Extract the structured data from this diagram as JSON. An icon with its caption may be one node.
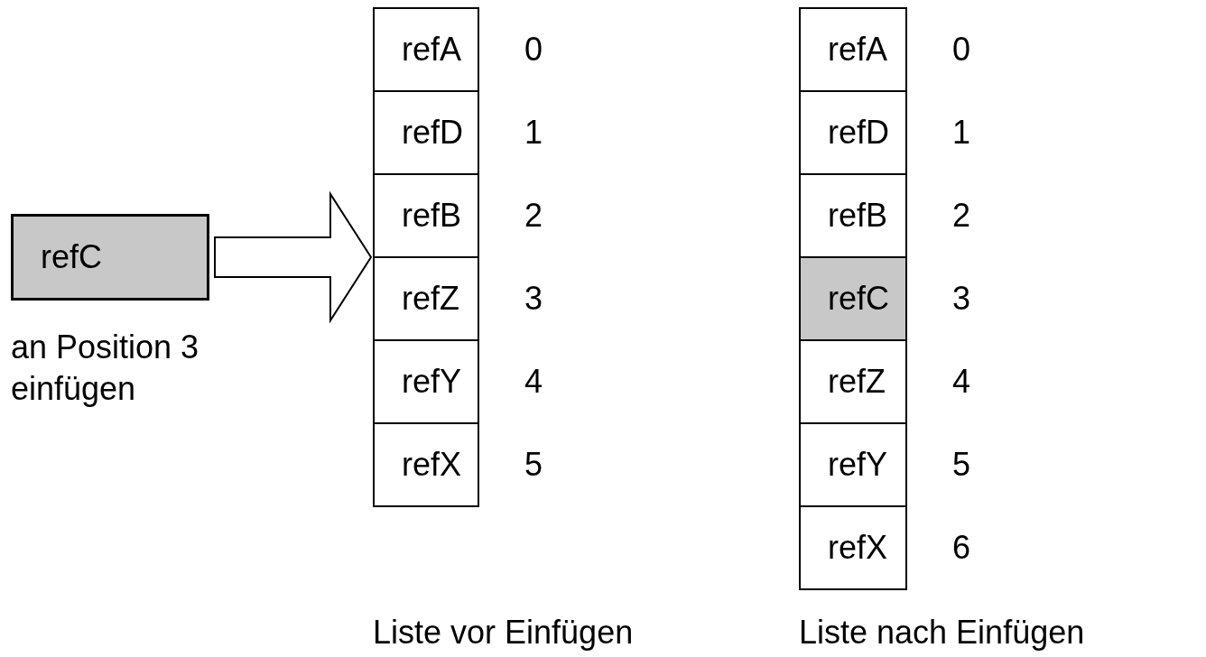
{
  "diagram": {
    "nodes": [
      {
        "text": [
          "refC"
        ],
        "beside": [
          "an Position 3 einfügen"
        ]
      },
      {
        "text": [
          "Liste vor Einfügen"
        ]
      },
      {
        "text": [
          "refA"
        ],
        "in": 1,
        "beside": [
          "0"
        ]
      },
      {
        "text": [
          "refD"
        ],
        "in": 1,
        "beside": [
          "1"
        ]
      },
      {
        "text": [
          "refB"
        ],
        "in": 1,
        "beside": [
          "2"
        ]
      },
      {
        "text": [
          "refZ"
        ],
        "in": 1,
        "beside": [
          "3"
        ]
      },
      {
        "text": [
          "refY"
        ],
        "in": 1,
        "beside": [
          "4"
        ]
      },
      {
        "text": [
          "refX"
        ],
        "in": 1,
        "beside": [
          "5"
        ]
      },
      {
        "text": [
          "Liste nach Einfügen"
        ]
      },
      {
        "text": [
          "refA"
        ],
        "in": 8,
        "beside": [
          "0"
        ]
      },
      {
        "text": [
          "refD"
        ],
        "in": 8,
        "beside": [
          "1"
        ]
      },
      {
        "text": [
          "refB"
        ],
        "in": 8,
        "beside": [
          "2"
        ]
      },
      {
        "text": [
          "refC"
        ],
        "in": 8,
        "beside": [
          "3"
        ]
      },
      {
        "text": [
          "refZ"
        ],
        "in": 8,
        "beside": [
          "4"
        ]
      },
      {
        "text": [
          "refY"
        ],
        "in": 8,
        "beside": [
          "5"
        ]
      },
      {
        "text": [
          "refX"
        ],
        "in": 8,
        "beside": [
          "6"
        ]
      }
    ],
    "edges": [
      {
        "from": 0,
        "to": 1,
        "arrow": "to"
      }
    ]
  }
}
